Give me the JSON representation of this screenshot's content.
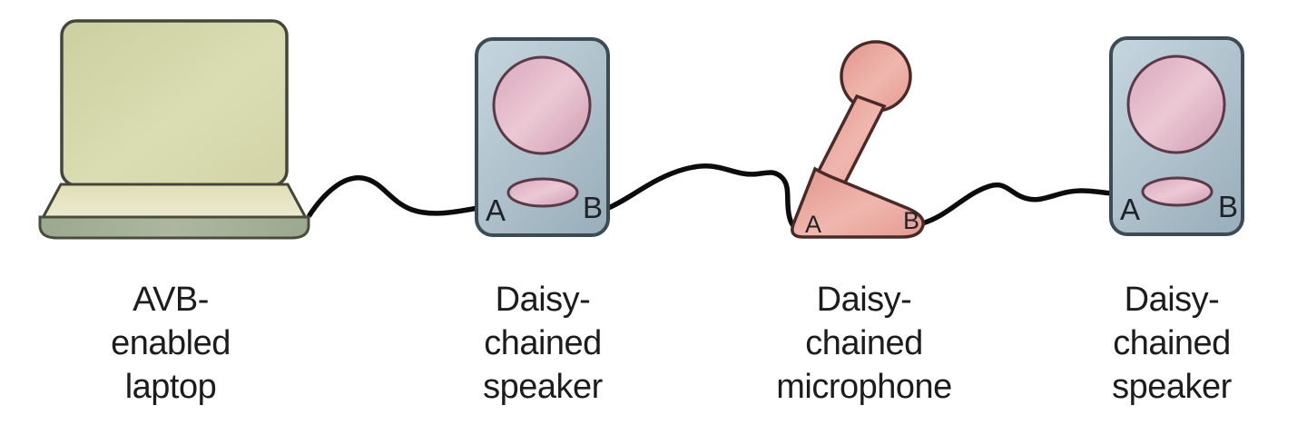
{
  "figure": {
    "type": "diagram",
    "background": "#ffffff",
    "text_color": "#1c1c1c",
    "cable_color": "#0c0c0c",
    "devices": [
      {
        "id": "laptop",
        "kind": "laptop",
        "caption_lines": [
          "AVB-",
          "enabled",
          "laptop"
        ],
        "body_color": "#d9dab2"
      },
      {
        "id": "speaker-1",
        "kind": "speaker",
        "caption_lines": [
          "Daisy-",
          "chained",
          "speaker"
        ],
        "port_a": "A",
        "port_b": "B",
        "body_color": "#b7c8d2",
        "driver_color": "#ddafc1"
      },
      {
        "id": "microphone",
        "kind": "microphone",
        "caption_lines": [
          "Daisy-",
          "chained",
          "microphone"
        ],
        "port_a": "A",
        "port_b": "B",
        "body_color": "#e8a29a"
      },
      {
        "id": "speaker-2",
        "kind": "speaker",
        "caption_lines": [
          "Daisy-",
          "chained",
          "speaker"
        ],
        "port_a": "A",
        "port_b": "B",
        "body_color": "#b7c8d2",
        "driver_color": "#ddafc1"
      }
    ],
    "connections": [
      {
        "from": "laptop",
        "to": "speaker-1 port A"
      },
      {
        "from": "speaker-1 port B",
        "to": "microphone port A"
      },
      {
        "from": "microphone port B",
        "to": "speaker-2 port A"
      }
    ]
  }
}
